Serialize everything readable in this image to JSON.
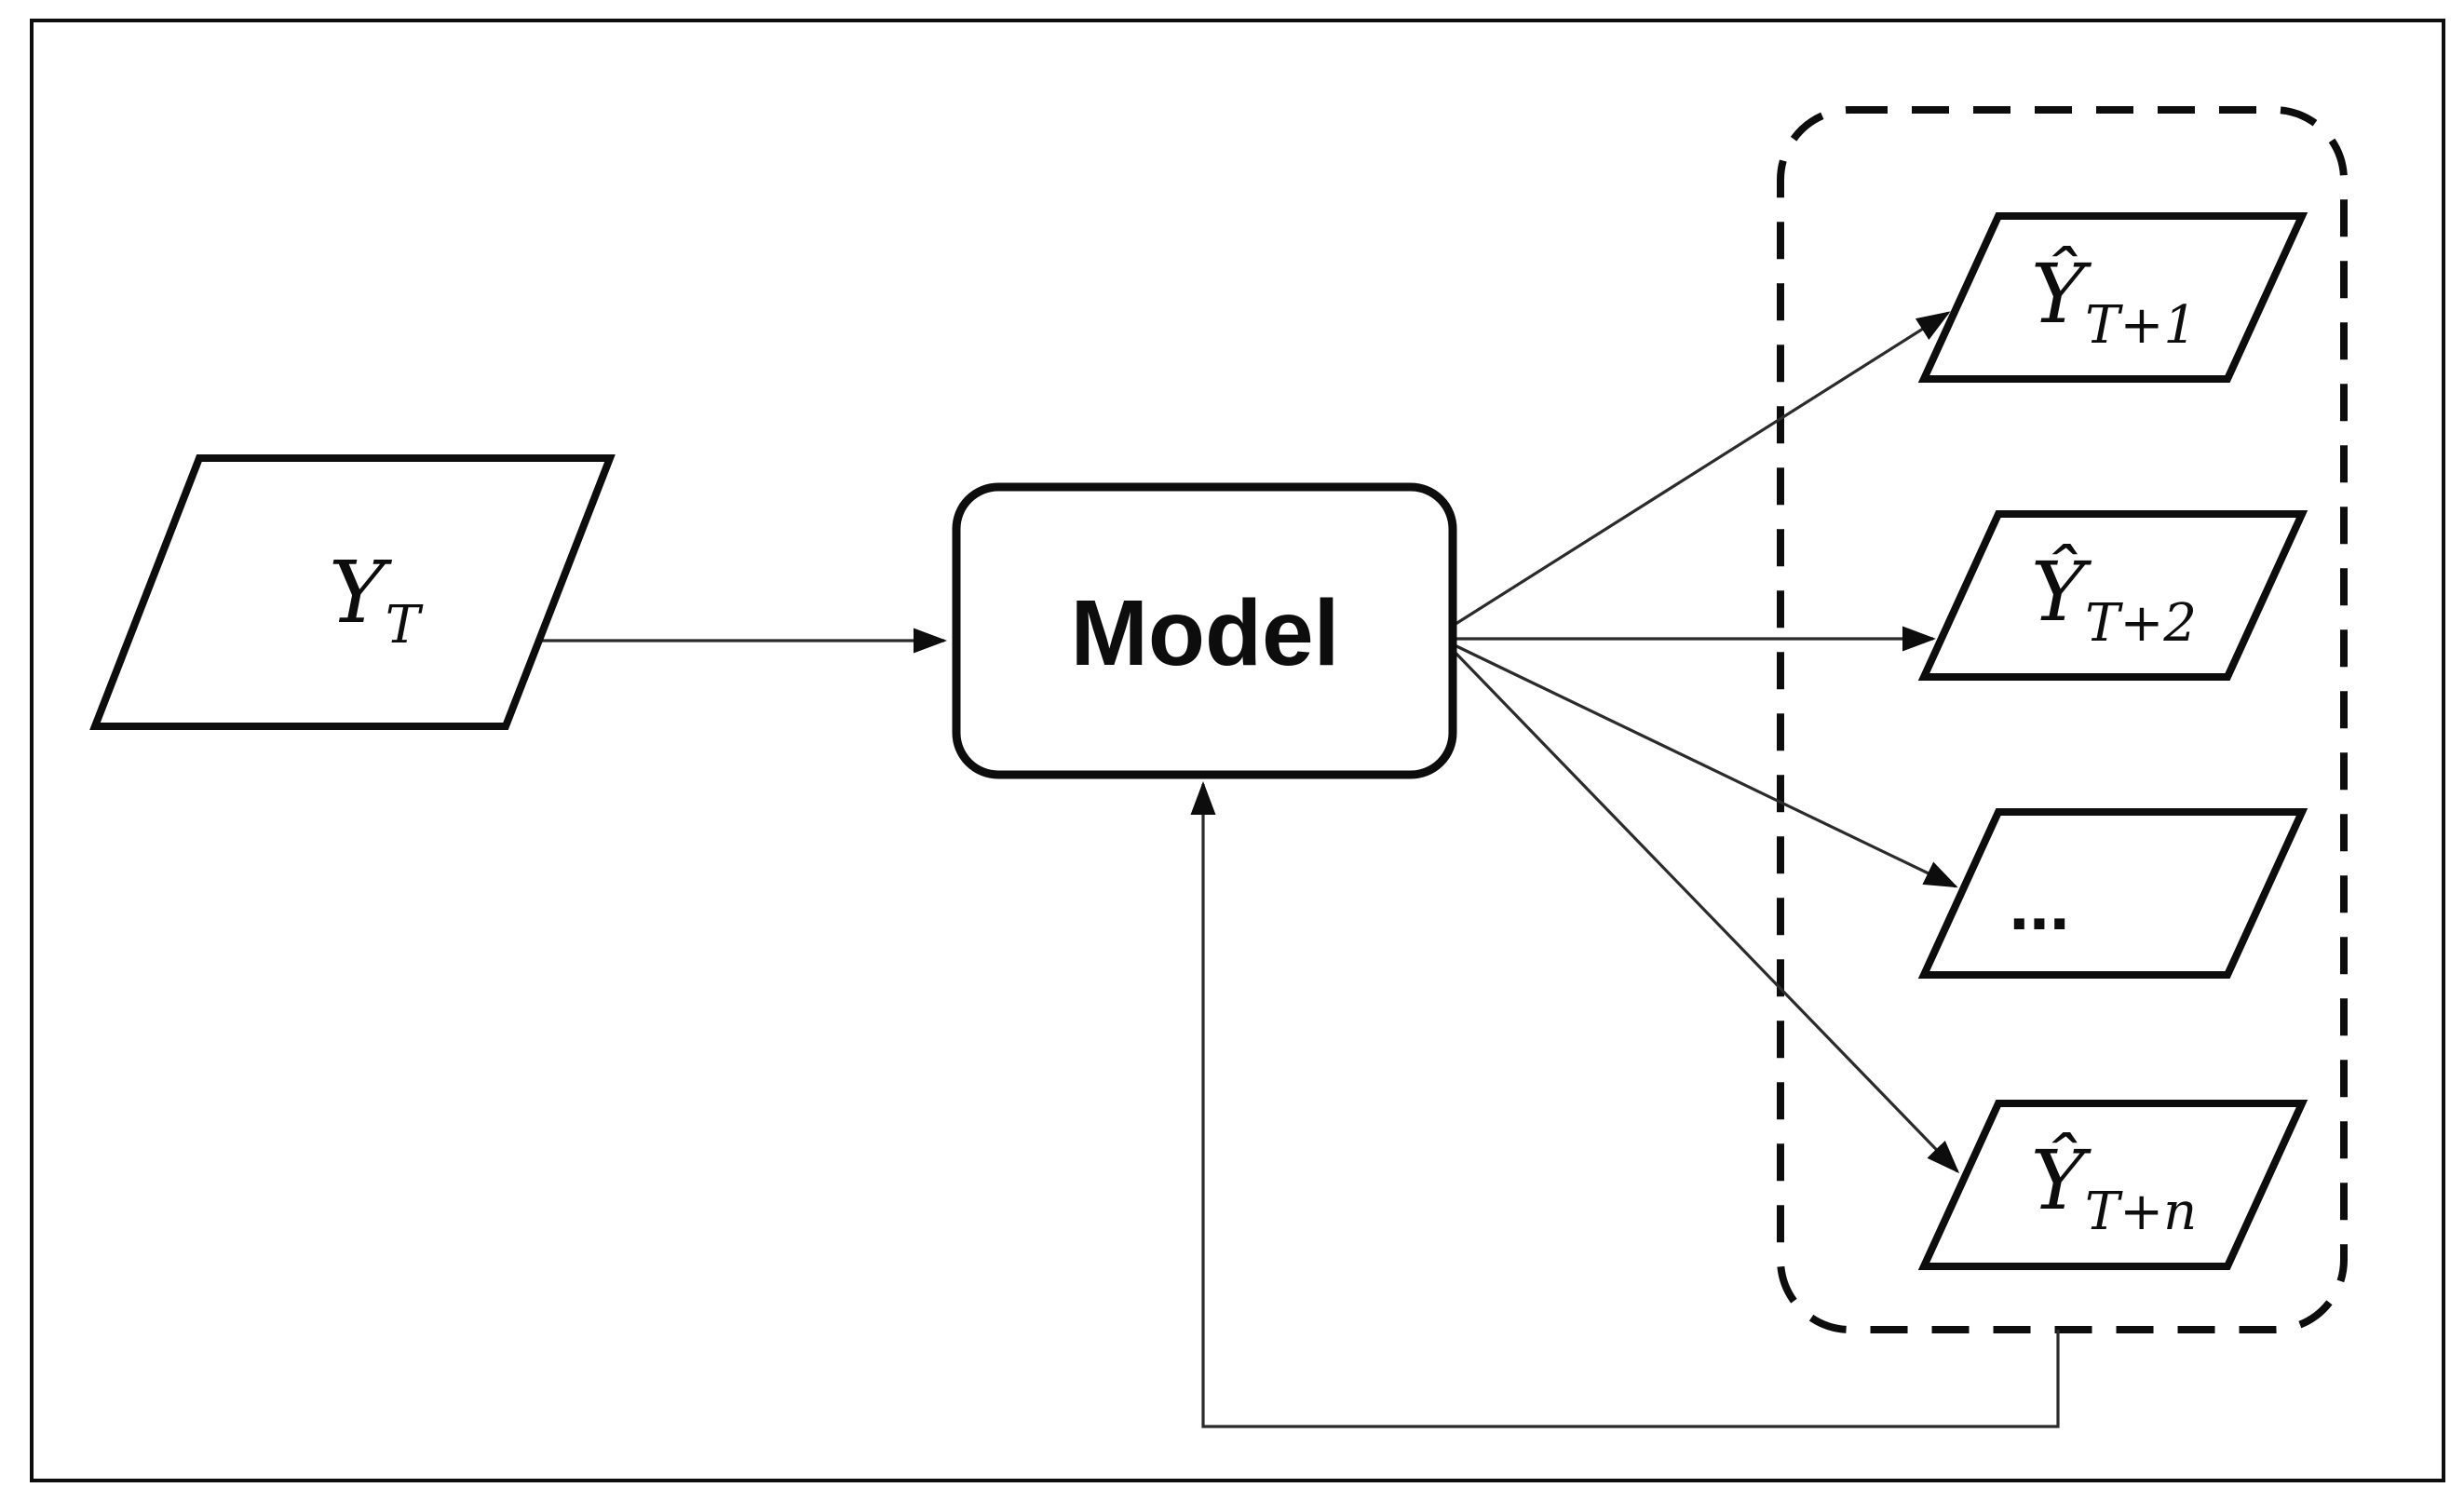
{
  "nodes": {
    "input": {
      "main": "Y",
      "sub": "T"
    },
    "model": {
      "label": "Model"
    },
    "outputs": [
      {
        "main": "Ŷ",
        "sub": "T+1"
      },
      {
        "main": "Ŷ",
        "sub": "T+2"
      },
      {
        "main": "...",
        "sub": ""
      },
      {
        "main": "Ŷ",
        "sub": "T+n"
      }
    ]
  },
  "colors": {
    "ink": "#0d0d0d",
    "connector": "#2b2b2b",
    "background": "#ffffff"
  }
}
